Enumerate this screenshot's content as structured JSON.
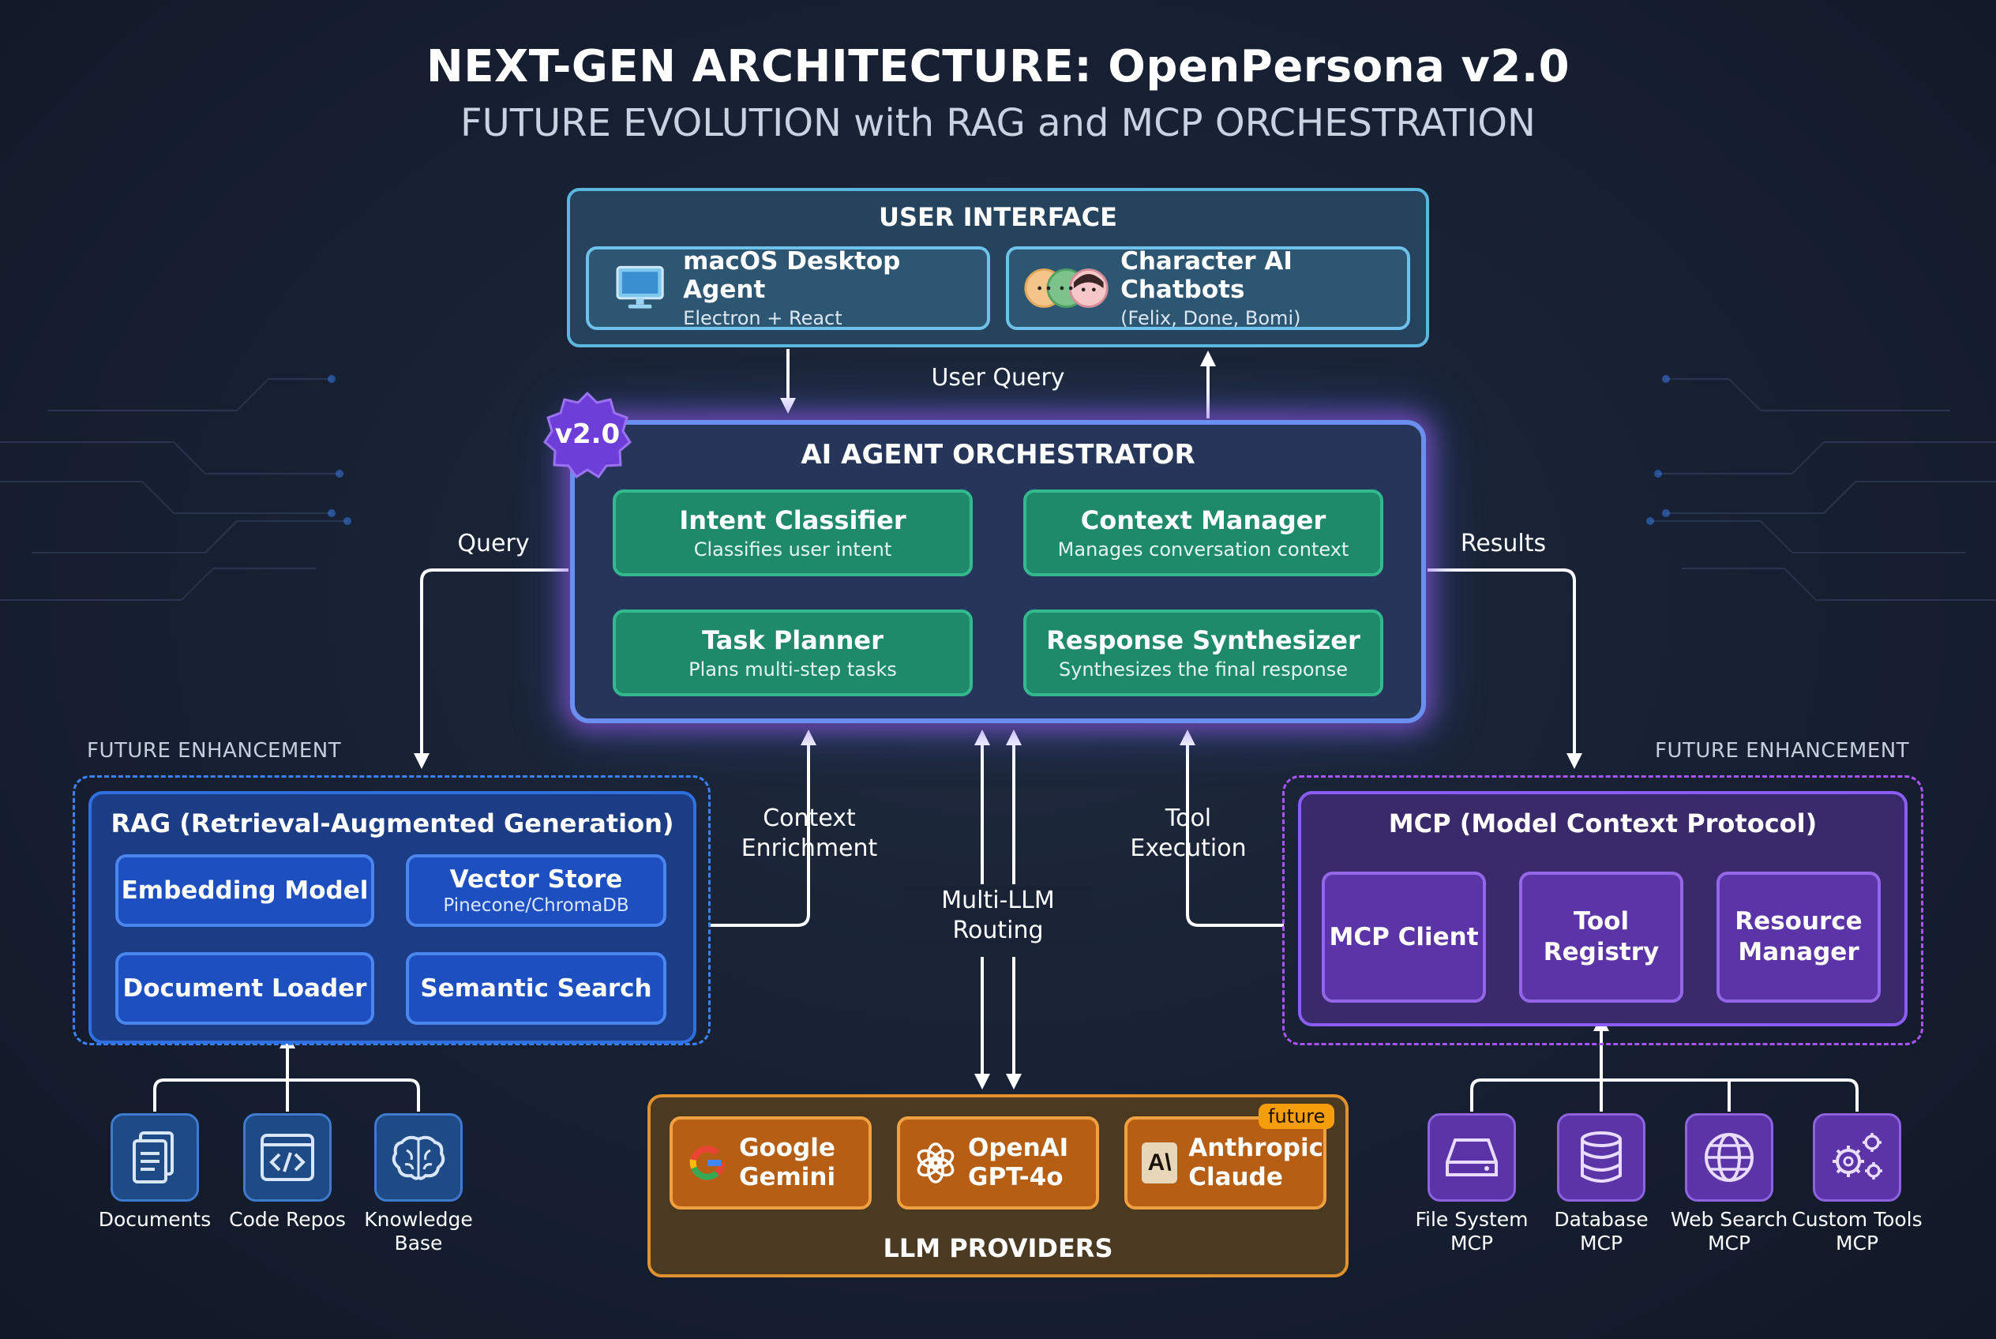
{
  "header": {
    "title": "NEXT-GEN ARCHITECTURE: OpenPersona v2.0",
    "subtitle": "FUTURE EVOLUTION with RAG and MCP ORCHESTRATION"
  },
  "user_interface": {
    "label": "USER INTERFACE",
    "desktop": {
      "title": "macOS Desktop Agent",
      "subtitle": "Electron + React",
      "icon": "monitor-icon"
    },
    "chatbots": {
      "title": "Character AI Chatbots",
      "subtitle": "(Felix, Done, Bomi)",
      "icon": "avatars-icon"
    }
  },
  "flows": {
    "user_query": "User Query",
    "query": "Query",
    "results": "Results",
    "context_enrichment": "Context\nEnrichment",
    "multi_llm_routing": "Multi-LLM\nRouting",
    "tool_execution": "Tool\nExecution"
  },
  "orchestrator": {
    "badge": "v2.0",
    "label": "AI AGENT ORCHESTRATOR",
    "intent": {
      "title": "Intent Classifier",
      "subtitle": "Classifies user intent"
    },
    "context": {
      "title": "Context Manager",
      "subtitle": "Manages conversation context"
    },
    "planner": {
      "title": "Task Planner",
      "subtitle": "Plans multi-step tasks"
    },
    "synth": {
      "title": "Response Synthesizer",
      "subtitle": "Synthesizes the final response"
    }
  },
  "rag": {
    "future_label": "FUTURE ENHANCEMENT",
    "label": "RAG (Retrieval-Augmented Generation)",
    "embedding": "Embedding Model",
    "vector_title": "Vector Store",
    "vector_sub": "Pinecone/ChromaDB",
    "loader": "Document Loader",
    "semantic": "Semantic Search",
    "sources": [
      {
        "label": "Documents",
        "icon": "documents-icon"
      },
      {
        "label": "Code Repos",
        "icon": "code-icon"
      },
      {
        "label": "Knowledge\nBase",
        "icon": "brain-icon"
      }
    ]
  },
  "mcp": {
    "future_label": "FUTURE ENHANCEMENT",
    "label": "MCP (Model Context Protocol)",
    "client": "MCP Client",
    "registry": "Tool\nRegistry",
    "resource": "Resource\nManager",
    "sources": [
      {
        "label": "File System\nMCP",
        "icon": "drive-icon"
      },
      {
        "label": "Database\nMCP",
        "icon": "database-icon"
      },
      {
        "label": "Web Search\nMCP",
        "icon": "globe-icon"
      },
      {
        "label": "Custom Tools\nMCP",
        "icon": "gears-icon"
      }
    ]
  },
  "llm": {
    "label": "LLM PROVIDERS",
    "gemini": "Google\nGemini",
    "openai": "OpenAI\nGPT-4o",
    "anthropic": "Anthropic\nClaude",
    "anthropic_glyph": "A\\",
    "future_tag": "future"
  },
  "colors": {
    "orchestrator_glow": "#a855f7",
    "green": "#1f8a6a",
    "rag_blue": "#1e4fc0",
    "mcp_purple": "#5b34a8",
    "llm_orange": "#b65e14"
  }
}
